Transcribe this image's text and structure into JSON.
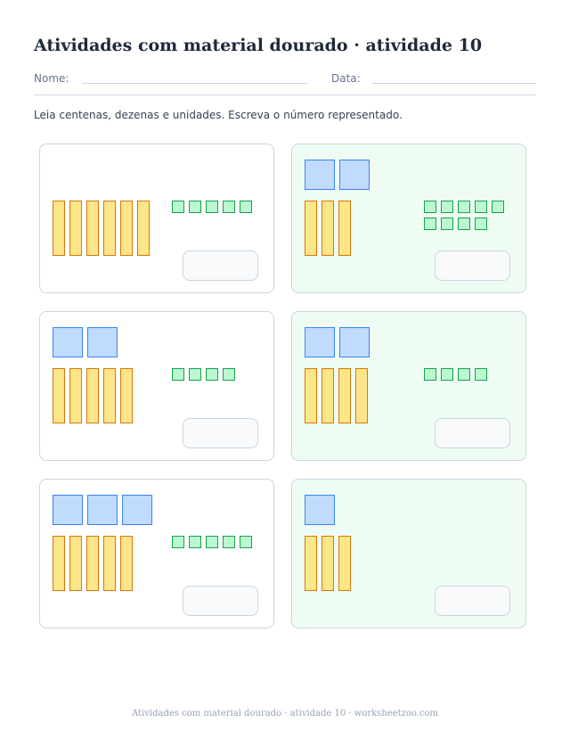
{
  "title": "Atividades com material dourado · atividade 10",
  "fields": {
    "name_label": "Nome:",
    "date_label": "Data:"
  },
  "instruction": "Leia centenas, dezenas e unidades. Escreva o número representado.",
  "colors": {
    "hundred_fill": "#bfdbfe",
    "hundred_stroke": "#3b82f6",
    "ten_fill": "#fde68a",
    "ten_stroke": "#d97706",
    "unit_fill": "#bbf7d0",
    "unit_stroke": "#16a34a",
    "green_card_bg": "#effcf4"
  },
  "exercises": [
    {
      "hundreds": 0,
      "tens": 6,
      "units": 5,
      "green": false
    },
    {
      "hundreds": 2,
      "tens": 3,
      "units": 9,
      "green": true
    },
    {
      "hundreds": 2,
      "tens": 5,
      "units": 4,
      "green": false
    },
    {
      "hundreds": 2,
      "tens": 4,
      "units": 4,
      "green": true
    },
    {
      "hundreds": 3,
      "tens": 5,
      "units": 5,
      "green": false
    },
    {
      "hundreds": 1,
      "tens": 3,
      "units": 0,
      "green": true
    }
  ],
  "footer": "Atividades com material dourado · atividade 10 · worksheetzoo.com"
}
